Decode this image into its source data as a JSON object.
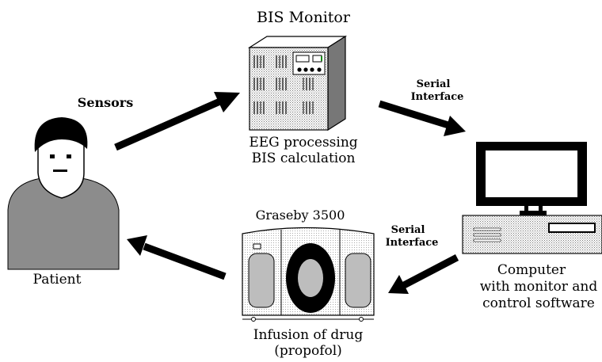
{
  "labels": {
    "bis_monitor": "BIS Monitor",
    "sensors": "Sensors",
    "serial_interface_top_1": "Serial",
    "serial_interface_top_2": "Interface",
    "eeg_processing": "EEG processing",
    "bis_calculation": "BIS calculation",
    "graseby": "Graseby 3500",
    "serial_interface_bottom_1": "Serial",
    "serial_interface_bottom_2": "Interface",
    "patient": "Patient",
    "computer_1": "Computer",
    "computer_2": "with monitor and",
    "computer_3": "control software",
    "infusion_1": "Infusion of drug",
    "infusion_2": "(propofol)"
  }
}
